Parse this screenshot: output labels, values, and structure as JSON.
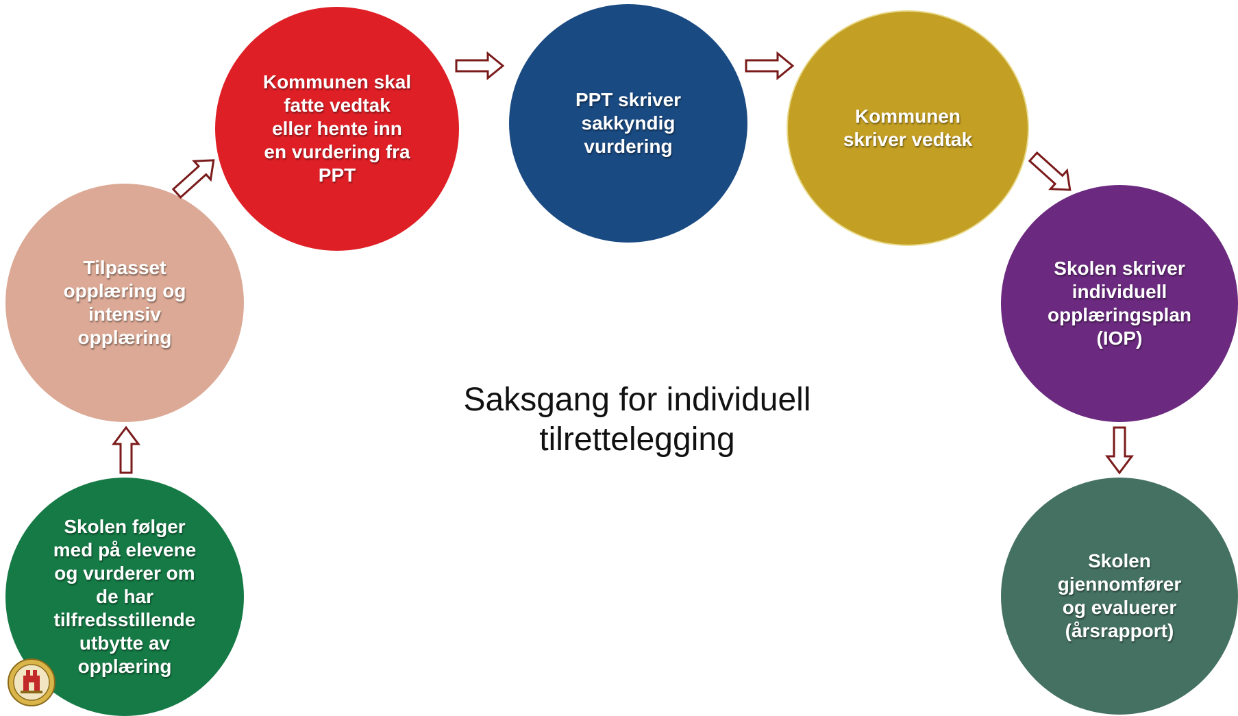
{
  "title": "Saksgang for individuell\ntilrettelegging",
  "steps": [
    {
      "text": "Skolen følger\nmed på elevene\nog vurderer om\nde har\ntilfredsstillende\nutbytte av\nopplæring",
      "color": "#157a45"
    },
    {
      "text": "Tilpasset\nopplæring og\nintensiv\nopplæring",
      "color": "#dba995"
    },
    {
      "text": "Kommunen skal\nfatte vedtak\neller hente inn\nen vurdering fra\nPPT",
      "color": "#df1f26"
    },
    {
      "text": "PPT skriver\nsakkyndig\nvurdering",
      "color": "#1a4a82"
    },
    {
      "text": "Kommunen\nskriver vedtak",
      "color": "#c39f24"
    },
    {
      "text": "Skolen skriver\nindividuell\nopplæringsplan\n(IOP)",
      "color": "#6b2a7f"
    },
    {
      "text": "Skolen\ngjennomfører\nog evaluerer\n(årsrapport)",
      "color": "#447162"
    }
  ],
  "arrow_color": "#7a1a1a",
  "logo_icon": "municipal-seal-icon"
}
